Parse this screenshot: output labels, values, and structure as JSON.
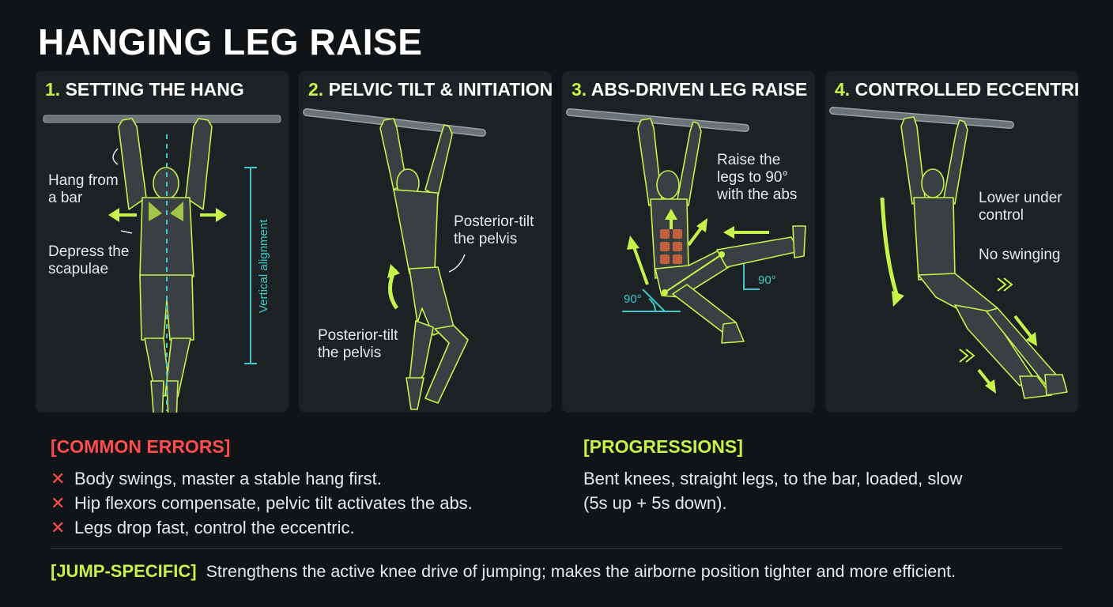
{
  "title": "HANGING LEG RAISE",
  "panels": [
    {
      "num": "1.",
      "heading": "SETTING THE HANG",
      "notes": [
        "Hang from\na bar",
        "Depress the\nscapulae"
      ],
      "vertical_label": "Vertical alignment"
    },
    {
      "num": "2.",
      "heading": "PELVIC TILT & INITIATION",
      "notes": [
        "Posterior-tilt\nthe pelvis",
        "Posterior-tilt\nthe pelvis"
      ]
    },
    {
      "num": "3.",
      "heading": "ABS-DRIVEN LEG RAISE",
      "notes": [
        "Raise the\nlegs to 90°\nwith the abs"
      ],
      "angles": [
        "90°",
        "90°"
      ]
    },
    {
      "num": "4.",
      "heading": "CONTROLLED ECCENTRIC",
      "notes": [
        "Lower under\ncontrol",
        "No swinging"
      ]
    }
  ],
  "errors": {
    "title": "[COMMON ERRORS]",
    "items": [
      "Body swings, master a stable hang first.",
      "Hip flexors compensate, pelvic tilt activates the abs.",
      "Legs drop fast, control the eccentric."
    ],
    "mark": "✕"
  },
  "progressions": {
    "title": "[PROGRESSIONS]",
    "text": "Bent knees, straight legs, to the bar, loaded, slow\n(5s up + 5s down)."
  },
  "jump": {
    "tag": "[JUMP-SPECIFIC]",
    "text": "Strengthens the active knee drive of jumping; makes the airborne position tighter and more efficient."
  },
  "colors": {
    "accent": "#c6f24a",
    "error": "#ff4d4d",
    "guide": "#3fc9c9",
    "panel": "#1c2124",
    "background": "#111416"
  }
}
